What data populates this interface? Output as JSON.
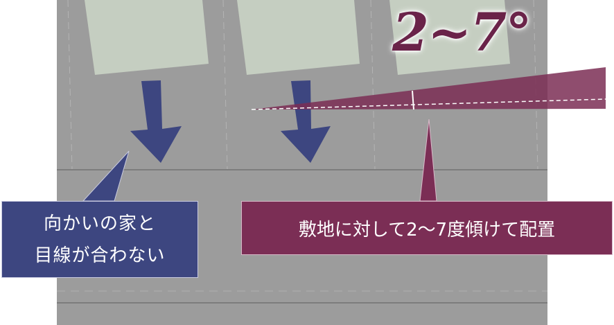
{
  "angle_badge": "2~7°",
  "callout_left": {
    "line1": "向かいの家と",
    "line2": "目線が合わない"
  },
  "callout_right": "敷地に対して2～7度傾けて配置",
  "colors": {
    "ground": "#9a9a9a",
    "house": "#c5cec1",
    "road_line": "#7c7c7c",
    "arrow": "#3d4680",
    "angle_wedge": "#7b2e55",
    "callout_blue": "#3d4680",
    "callout_red": "#7b2e55"
  }
}
